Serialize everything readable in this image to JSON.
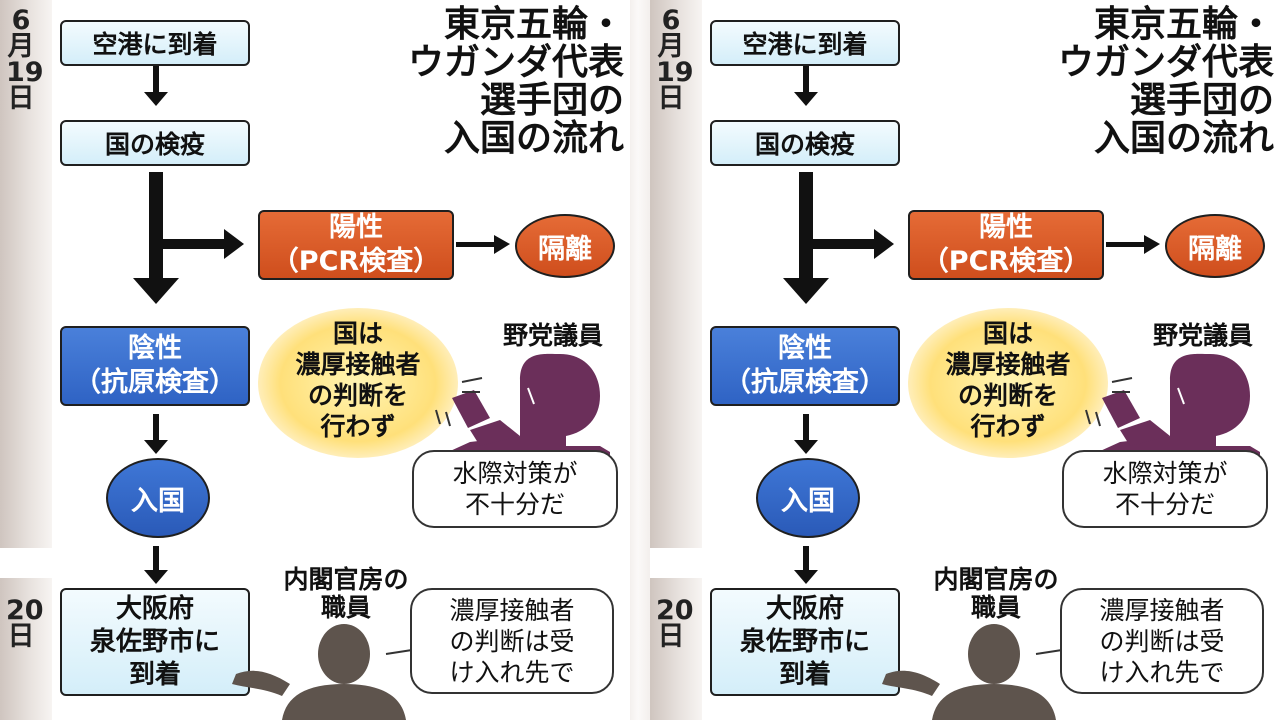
{
  "date_first": [
    "6",
    "月",
    "19",
    "日"
  ],
  "date_second": [
    "20",
    "日"
  ],
  "title_lines": [
    "東京五輪・",
    "ウガンダ代表",
    "選手団の",
    "入国の流れ"
  ],
  "steps": {
    "airport": "空港に到着",
    "quarantine": "国の検疫",
    "positive": [
      "陽性",
      "（PCR検査）"
    ],
    "isolation": "隔離",
    "negative": [
      "陰性",
      "（抗原検査）"
    ],
    "entry": "入国",
    "arrival": [
      "大阪府",
      "泉佐野市に",
      "到着"
    ]
  },
  "highlight_lines": [
    "国は",
    "濃厚接触者",
    "の判断を",
    "行わず"
  ],
  "speaker_opposition": "野党議員",
  "quote_opposition": [
    "水際対策が",
    "不十分だ"
  ],
  "speaker_cabinet": [
    "内閣官房の",
    "職員"
  ],
  "quote_cabinet": [
    "濃厚接触者",
    "の判断は受",
    "け入れ先で"
  ],
  "colors": {
    "positive_red": "#d9582a",
    "negative_blue": "#3a6fd0",
    "pale_box": "#e2f4fb",
    "silhouette_opposition": "#6b2f5a",
    "silhouette_cabinet": "#5e544d",
    "highlight_yellow": "#ffe07a"
  }
}
